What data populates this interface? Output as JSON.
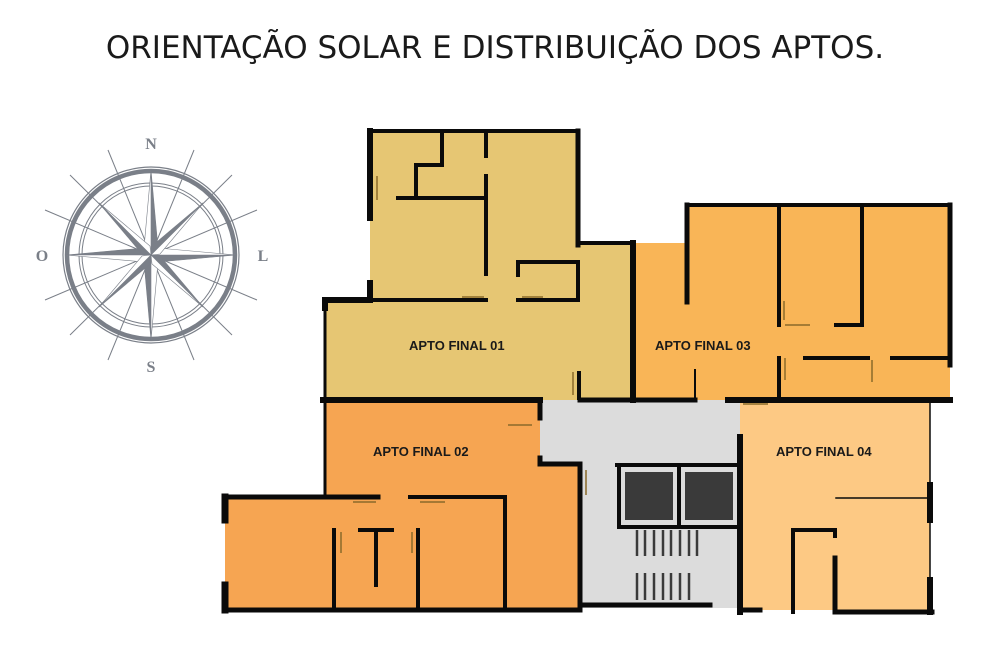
{
  "title": "ORIENTAÇÃO SOLAR E DISTRIBUIÇÃO DOS APTOS.",
  "compass": {
    "icon": "compass-rose-icon",
    "north": "N",
    "south": "S",
    "east": "L",
    "west": "O",
    "color": "#7a7f88"
  },
  "apartments": [
    {
      "id": "apto-final-01",
      "label": "APTO FINAL 01",
      "color": "#E6C673"
    },
    {
      "id": "apto-final-02",
      "label": "APTO FINAL 02",
      "color": "#F6A552"
    },
    {
      "id": "apto-final-03",
      "label": "APTO FINAL 03",
      "color": "#F9B557"
    },
    {
      "id": "apto-final-04",
      "label": "APTO FINAL 04",
      "color": "#FDC984"
    }
  ],
  "core": {
    "label": "",
    "color": "#DCDCDC",
    "elevator_color": "#3a3a3a"
  }
}
